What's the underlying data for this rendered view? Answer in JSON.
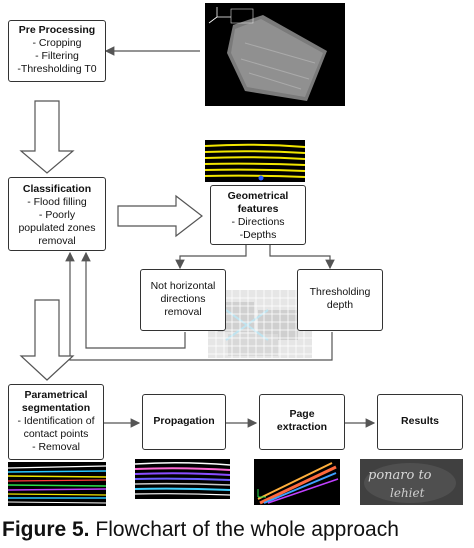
{
  "nodes": {
    "preprocessing": {
      "title": "Pre Processing",
      "lines": [
        "- Cropping",
        "- Filtering",
        "-Thresholding T0"
      ]
    },
    "classification": {
      "title": "Classification",
      "lines": [
        "- Flood filling",
        "- Poorly",
        "populated zones",
        "removal"
      ]
    },
    "geometrical": {
      "title_lines": [
        "Geometrical",
        "features"
      ],
      "lines": [
        "- Directions",
        "-Depths"
      ]
    },
    "not_horizontal": {
      "lines": [
        "Not horizontal",
        "directions",
        "removal"
      ]
    },
    "thresholding": {
      "lines": [
        "Thresholding",
        "depth"
      ]
    },
    "parametrical": {
      "title_lines": [
        "Parametrical",
        "segmentation"
      ],
      "lines": [
        "- Identification of",
        "contact points",
        "- Removal"
      ]
    },
    "propagation": {
      "title": "Propagation"
    },
    "page_extraction": {
      "title_lines": [
        "Page",
        "extraction"
      ]
    },
    "results": {
      "title": "Results"
    }
  },
  "results_thumb_text": "ponaro to lehiet",
  "caption": {
    "label": "Figure 5.",
    "text": " Flowchart of the whole approach"
  },
  "colors": {
    "box_border": "#333333",
    "arrow": "#555555",
    "stripes_yellow": "#f2e600",
    "dark_bg": "#000000"
  }
}
